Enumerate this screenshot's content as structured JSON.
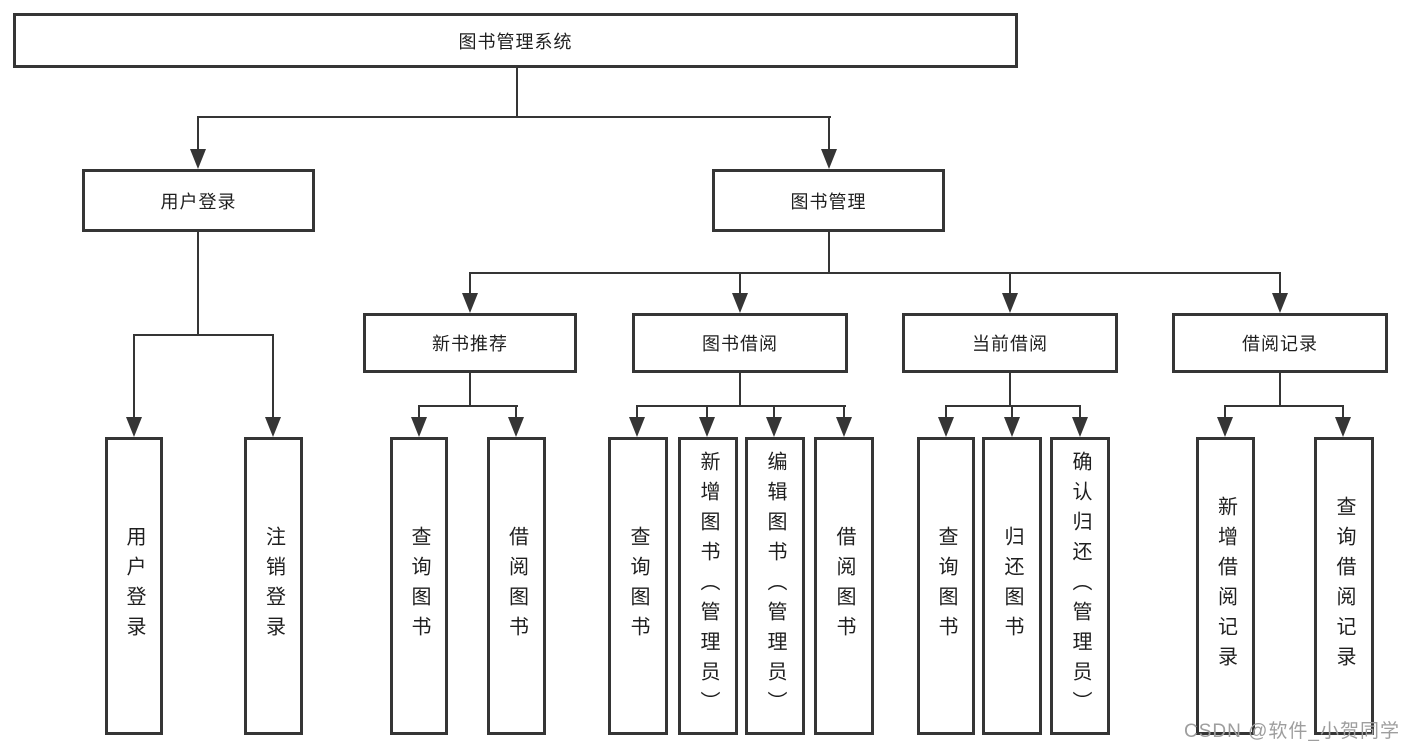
{
  "diagram": {
    "root": {
      "label": "图书管理系统"
    },
    "branches": {
      "user_login": {
        "label": "用户登录",
        "children": {
          "login": "用户登录",
          "logout": "注销登录"
        }
      },
      "book_manage": {
        "label": "图书管理",
        "sections": {
          "new_book": {
            "label": "新书推荐",
            "children": {
              "query": "查询图书",
              "borrow": "借阅图书"
            }
          },
          "book_borrow": {
            "label": "图书借阅",
            "children": {
              "query": "查询图书",
              "add": "新增图书（管理员）",
              "edit": "编辑图书（管理员）",
              "borrow": "借阅图书"
            }
          },
          "current_borrow": {
            "label": "当前借阅",
            "children": {
              "query": "查询图书",
              "return": "归还图书",
              "confirm": "确认归还（管理员）"
            }
          },
          "borrow_records": {
            "label": "借阅记录",
            "children": {
              "add": "新增借阅记录",
              "query": "查询借阅记录"
            }
          }
        }
      }
    }
  },
  "watermark": {
    "text": "CSDN @软件_小贺同学",
    "color": "#9e9e9e"
  },
  "colors": {
    "line": "#353535",
    "border": "#353535",
    "text": "#1f1f1f",
    "background": "#ffffff"
  }
}
